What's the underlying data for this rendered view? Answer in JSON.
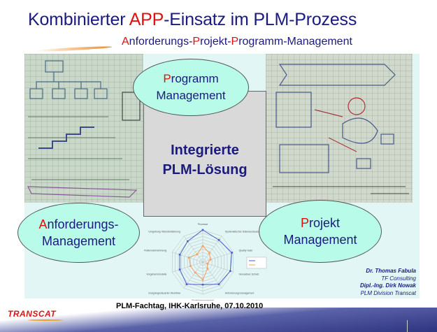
{
  "title": {
    "part1": "Kombinierter ",
    "accent": "APP",
    "part2": "-Einsatz im PLM-Prozess"
  },
  "subtitle": {
    "a1": "A",
    "t1": "nforderungs-",
    "a2": "P",
    "t2": "rojekt-",
    "a3": "P",
    "t3": "rogramm-Management"
  },
  "center_box": {
    "line1": "Integrierte",
    "line2": "PLM-Lösung"
  },
  "ellipse_programm": {
    "initial": "P",
    "rest": "rogramm",
    "line2": "Management"
  },
  "ellipse_anforderungs": {
    "initial": "A",
    "rest": "nforderungs-",
    "line2": "Management"
  },
  "ellipse_projekt": {
    "initial": "P",
    "rest": "rojekt",
    "line2": "Management"
  },
  "authors": [
    {
      "name": "Dr. Thomas Fabula",
      "org": "TF Consulting"
    },
    {
      "name": "Dipl.-Ing.  Dirk Nowak",
      "org": "PLM Division  Transcat"
    }
  ],
  "footer": "PLM-Fachtag, IHK-Karlsruhe, 07.10.2010",
  "logo": "TRANSCAT",
  "colors": {
    "title": "#1a1a80",
    "accent": "#e01010",
    "ellipse": "#b8fbe8",
    "series1": "#4a5ec8",
    "series2": "#f0a060"
  },
  "chart_data": {
    "type": "radar",
    "categories": [
      "Prozesse",
      "Systematischer Datenaustausch",
      "Quality Gate",
      "Innovativer Schutz",
      "Anforderungsmanagement",
      "Projektmanagement",
      "Ereignisgesteuerter Workflow",
      "Vorgehensmodelle",
      "Rollenwahrnehmung",
      "Umgebung-/Standardisierung"
    ],
    "series": [
      {
        "values": [
          1.0,
          0.85,
          0.95,
          0.9,
          0.85,
          0.7,
          0.85,
          0.75,
          0.75,
          0.8
        ]
      },
      {
        "values": [
          0.5,
          0.35,
          0.25,
          0.15,
          0.25,
          0.55,
          0.4,
          0.4,
          0.45,
          0.3
        ]
      }
    ],
    "rmax": 1.0,
    "grid": true
  }
}
